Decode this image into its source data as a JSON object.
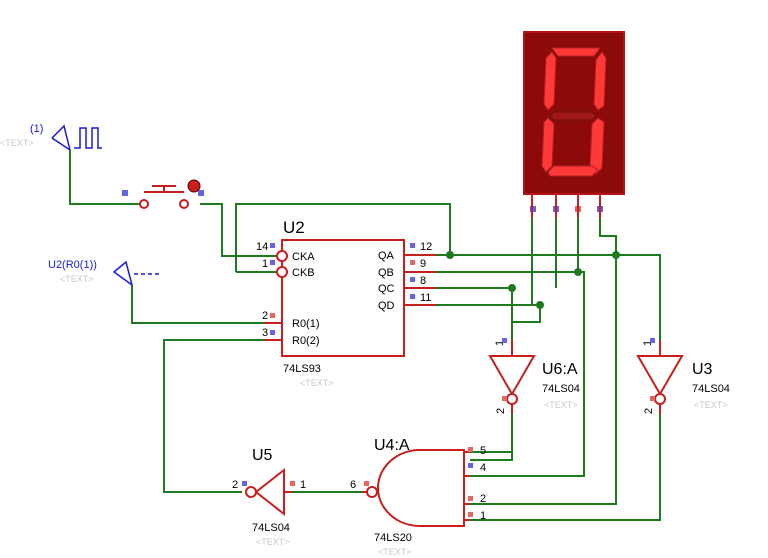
{
  "labels": {
    "clock_gen_tag": "(1)",
    "clock_gen_text": "<TEXT>",
    "reset_gen_tag": "U2(R0(1))",
    "reset_gen_text": "<TEXT>",
    "u2_name": "U2",
    "u2_part": "74LS93",
    "u2_text": "<TEXT>",
    "u2_pins": {
      "cka": "CKA",
      "ckb": "CKB",
      "r01": "R0(1)",
      "r02": "R0(2)",
      "qa": "QA",
      "qb": "QB",
      "qc": "QC",
      "qd": "QD",
      "n14": "14",
      "n1": "1",
      "n2": "2",
      "n3": "3",
      "n12": "12",
      "n9": "9",
      "n8": "8",
      "n11": "11"
    },
    "u6_name": "U6:A",
    "u6_part": "74LS04",
    "u6_text": "<TEXT>",
    "u6_pin_in": "1",
    "u6_pin_out": "2",
    "u3_name": "U3",
    "u3_part": "74LS04",
    "u3_text": "<TEXT>",
    "u3_pin_in": "1",
    "u3_pin_out": "2",
    "u4_name": "U4:A",
    "u4_part": "74LS20",
    "u4_text": "<TEXT>",
    "u4_pins": {
      "p5": "5",
      "p4": "4",
      "p2": "2",
      "p1": "1",
      "p6": "6"
    },
    "u5_name": "U5",
    "u5_part": "74LS04",
    "u5_text": "<TEXT>",
    "u5_pin_in": "1",
    "u5_pin_out": "2"
  },
  "display": {
    "shown_digit": "0",
    "segments_on": [
      "a",
      "b",
      "c",
      "d",
      "e",
      "f"
    ]
  },
  "colors": {
    "wire": "#1e7a1e",
    "symbol": "#c81e1e",
    "source": "#1a1adc",
    "display_body": "#8c0a0a",
    "segment_on": "#ff3838"
  }
}
